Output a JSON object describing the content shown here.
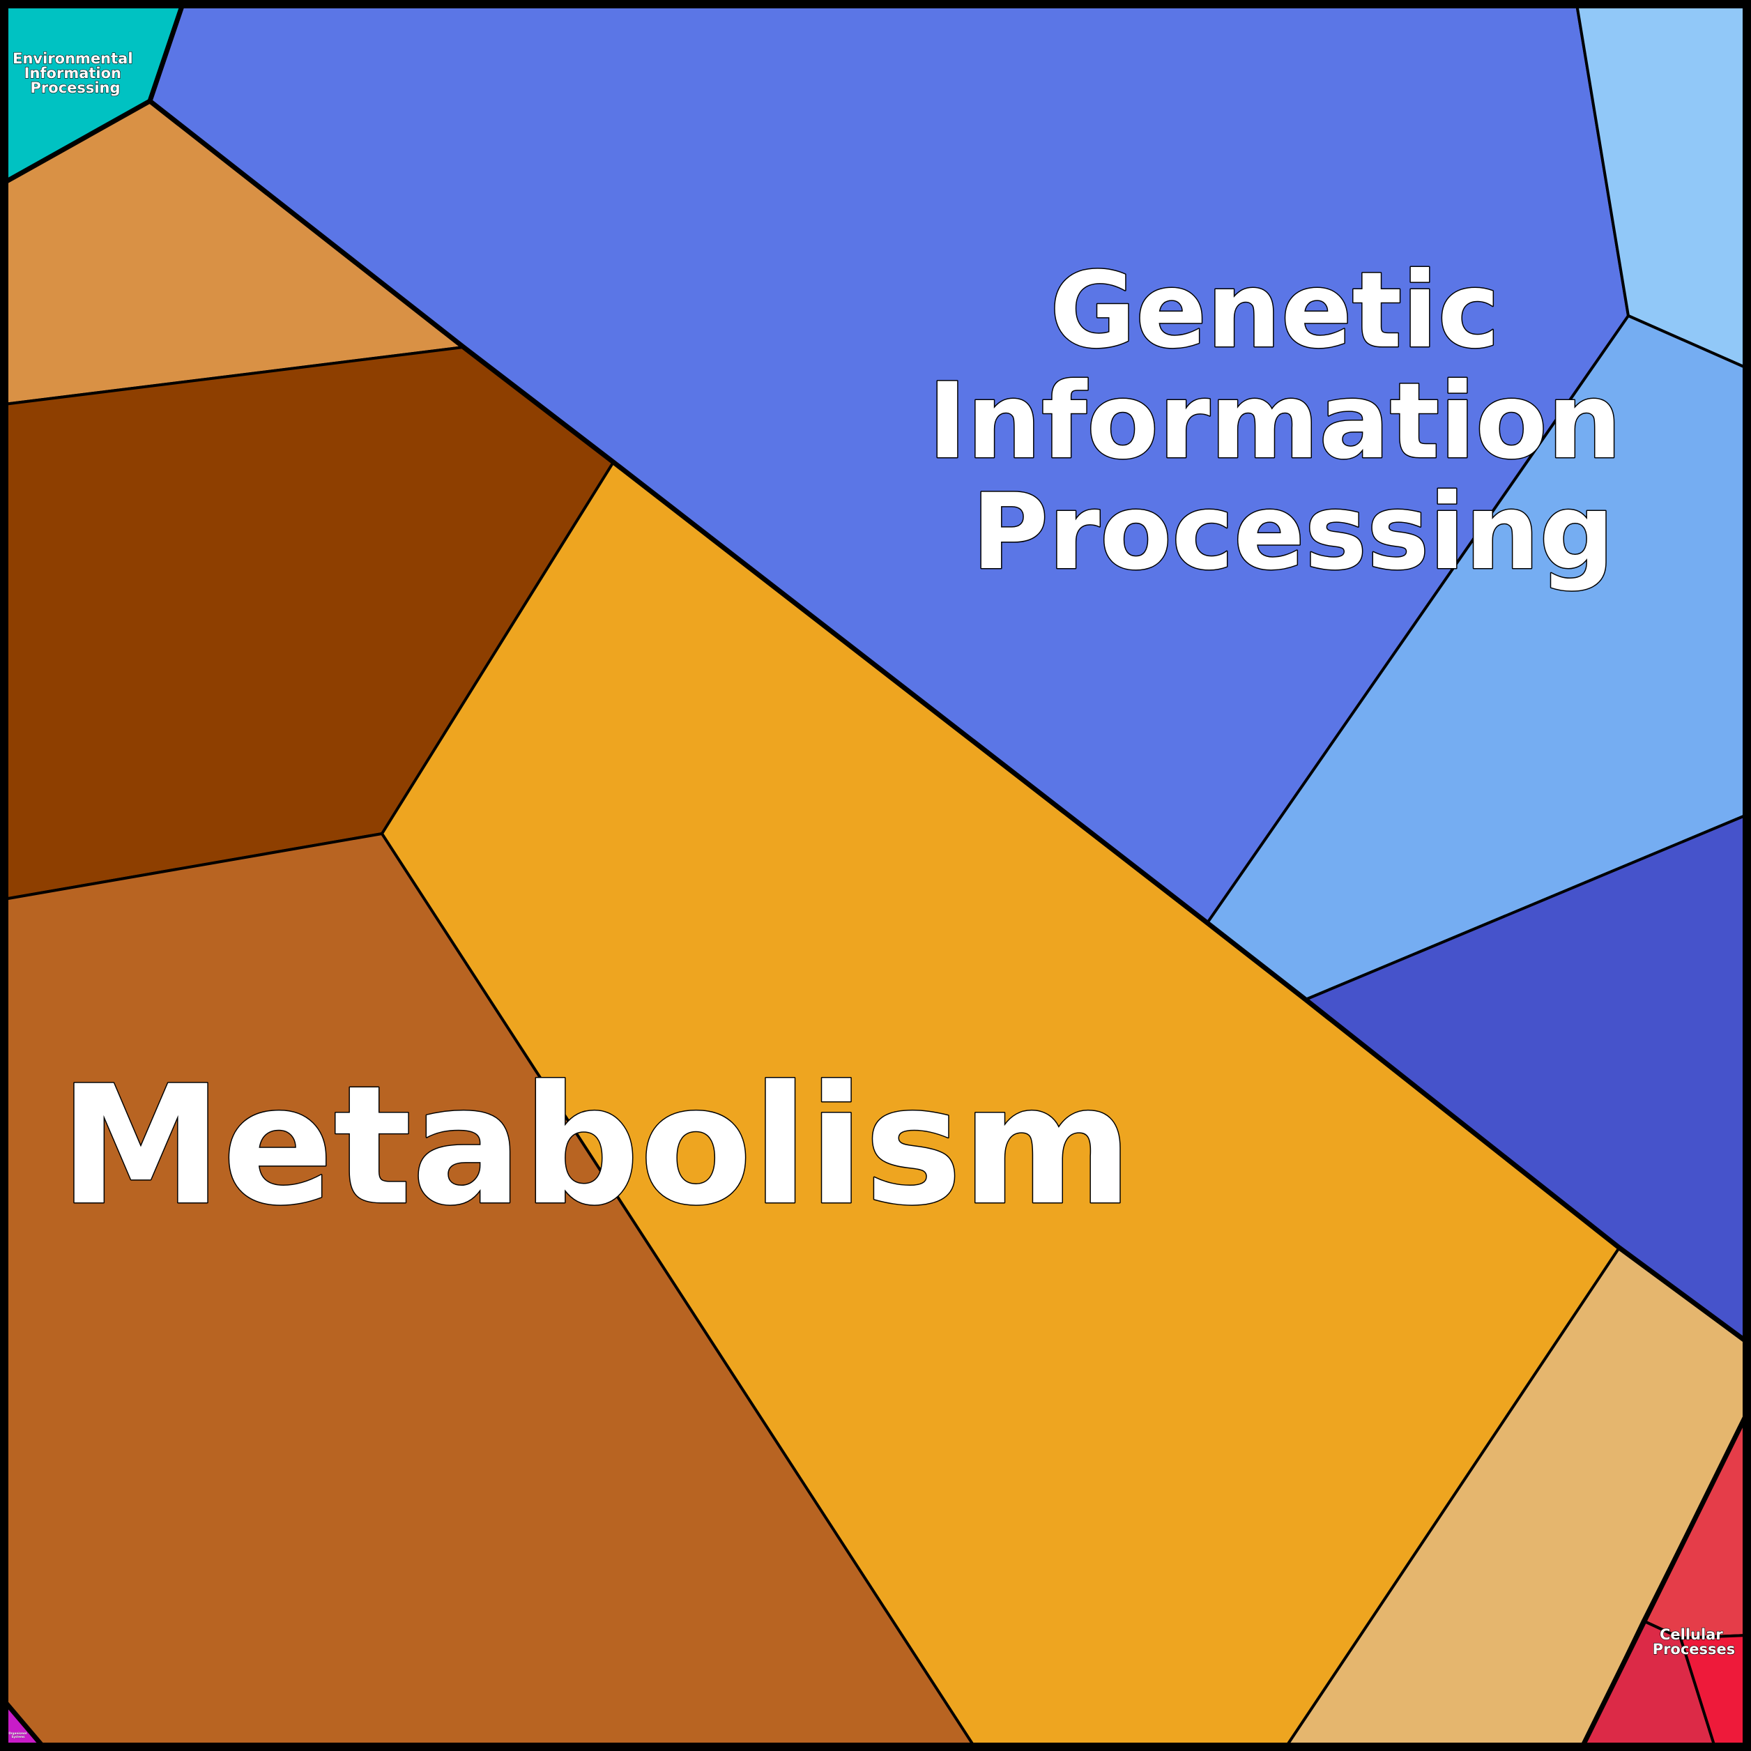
{
  "diagram": {
    "labels": {
      "metabolism": "Metabolism",
      "genetic": [
        "Genetic",
        "Information",
        "Processing"
      ],
      "environmental": [
        "Environmental",
        "Information",
        "Processing"
      ],
      "cellular": [
        "Cellular",
        "Processes"
      ],
      "organismal": [
        "Organismal",
        "Systems"
      ]
    },
    "colors": {
      "environmental": "#00C2C2",
      "metabolism_light_orange": "#D99145",
      "metabolism_dark_brown": "#8E3F00",
      "metabolism_brown": "#B86422",
      "metabolism_gold": "#EEA520",
      "metabolism_tan": "#E5B66E",
      "genetic_blue": "#5B76E6",
      "genetic_sky": "#91C8F8",
      "genetic_light_blue": "#75ADF2",
      "genetic_indigo": "#4653CB",
      "cellular_red": "#E53D49",
      "cellular_crimson": "#DC2A47",
      "cellular_bright_red": "#EE1A3A",
      "organismal": "#C81CC8"
    }
  }
}
